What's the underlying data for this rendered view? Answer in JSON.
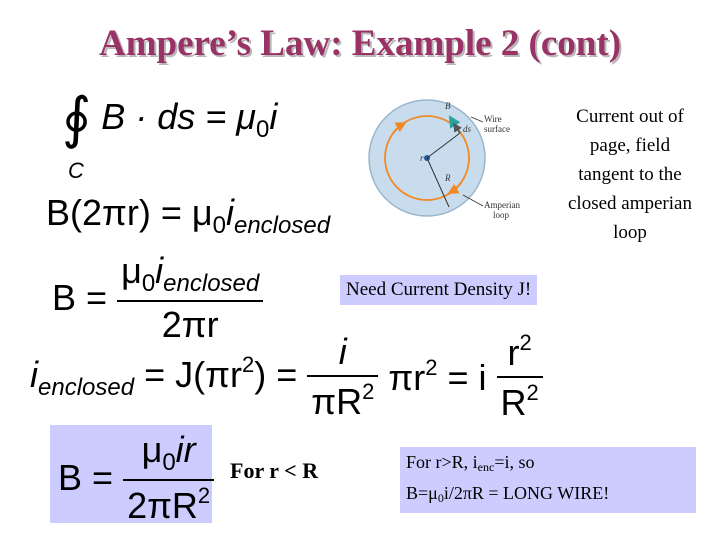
{
  "slide": {
    "title": "Ampere’s Law: Example 2 (cont)"
  },
  "equations": {
    "eq1": {
      "integral": "∮",
      "lhs": "B · ds = μ",
      "sub": "0",
      "rhs": "i",
      "path": "C"
    },
    "eq2": {
      "lhs": "B(2πr) = μ",
      "sub": "0",
      "i": "i",
      "isub": "enclosed"
    },
    "eq3": {
      "B": "B =",
      "num_mu": "μ",
      "num_sub": "0",
      "num_i": "i",
      "num_isub": "enclosed",
      "den": "2πr"
    },
    "eq4": {
      "i": "i",
      "isub": "enclosed",
      "eqJ": "= J(πr",
      "sup2a": "2",
      "close": ")",
      "eq2": "=",
      "frac1_num": "i",
      "frac1_den": "πR",
      "frac1_den_sup": "2",
      "pir": "πr",
      "sup2b": "2",
      "eq3": "= i",
      "frac2_num": "r",
      "frac2_num_sup": "2",
      "frac2_den": "R",
      "frac2_den_sup": "2"
    },
    "eq5": {
      "B": "B =",
      "num_mu": "μ",
      "num_sub": "0",
      "num_ir": "ir",
      "den": "2πR",
      "den_sup": "2"
    }
  },
  "figure": {
    "label_B": "B",
    "label_ds": "ds",
    "label_wire": "Wire",
    "label_surface": "surface",
    "label_r": "r",
    "label_R": "R",
    "label_amperian": "Amperian",
    "label_loop": "loop"
  },
  "callouts": {
    "current_lines": [
      "Current out of",
      "page, field",
      "tangent to the",
      "closed amperian",
      "loop"
    ],
    "need_density": "Need Current Density J!",
    "for_r_lt_R": "For r < R",
    "for_r_gt_R": {
      "part1": "For r>R, i",
      "sub": "enc",
      "part2": "=i, so",
      "line2_a": "B=μ",
      "line2_sub": "0",
      "line2_b": "i/2πR = LONG WIRE!"
    }
  },
  "colors": {
    "title": "#993366",
    "box": "#ccccff",
    "figure_disk": "#c9dcee",
    "loop": "#f08a24",
    "arrow": "#2aa0a0"
  }
}
